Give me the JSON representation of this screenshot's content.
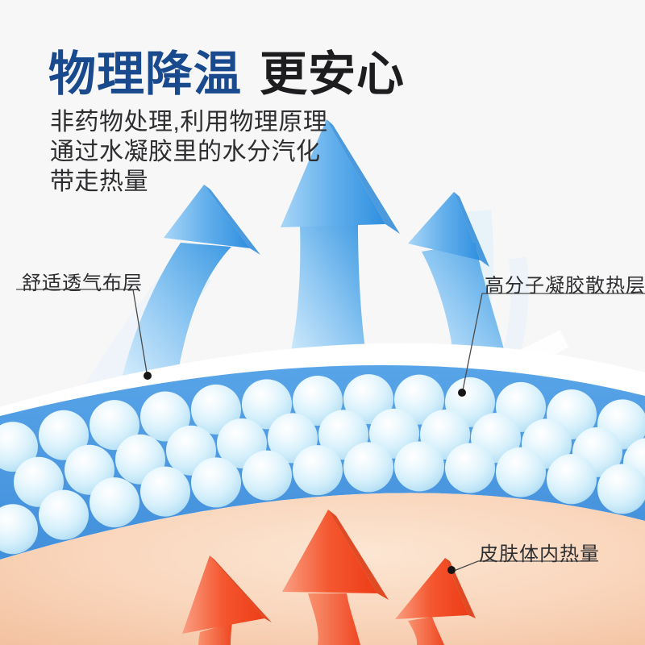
{
  "title": {
    "highlight": "物理降温",
    "rest": "更安心"
  },
  "description": {
    "lines": [
      "非药物处理,利用物理原理",
      "通过水凝胶里的水分汽化",
      "带走热量"
    ]
  },
  "labels": {
    "fabric": "舒适透气布层",
    "gel": "高分子凝胶散热层",
    "heat": "皮肤体内热量"
  },
  "colors": {
    "background": "#f7f7f8",
    "title-blue": "#1a4a8e",
    "title-dark": "#1d1d1f",
    "text-dark": "#2e2e30",
    "band-blue": "#4a96e0",
    "bead-blue": "#d8f0fb",
    "skin-peach": "#f8d3b8",
    "vapor-blue": "#4aa2e6",
    "heat-red": "#f1502a",
    "leader-line": "#4a4a4a"
  }
}
